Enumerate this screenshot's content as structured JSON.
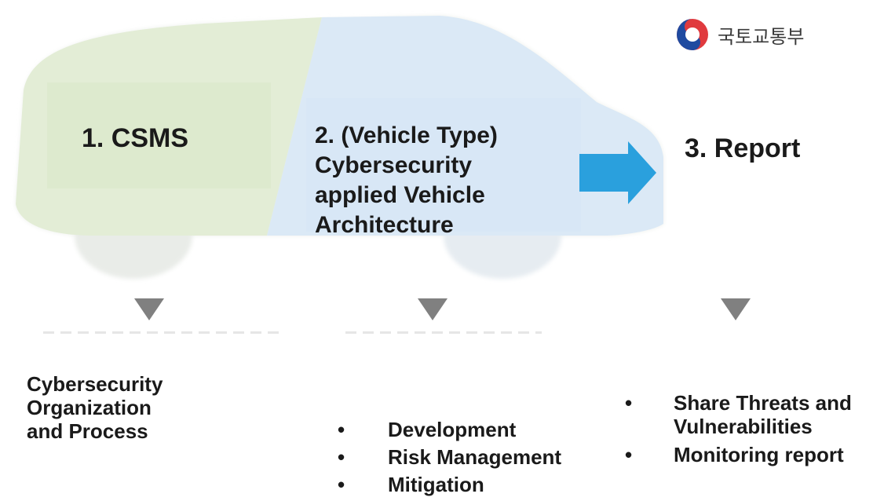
{
  "ministry": {
    "name": "국토교통부",
    "logo_icon": "taegeuk-emblem-icon"
  },
  "stages": [
    {
      "label": "1.  CSMS"
    },
    {
      "label": "2. (Vehicle Type)\nCybersecurity\napplied Vehicle\nArchitecture"
    },
    {
      "label": "3. Report"
    }
  ],
  "descriptions": {
    "csms": [
      "Cybersecurity",
      "Organization",
      "and  Process"
    ],
    "vehicle": [
      "Development",
      "Risk Management",
      "Mitigation"
    ],
    "report": [
      "Share Threats and Vulnerabilities",
      "Monitoring report"
    ]
  },
  "bullet_char": "•",
  "colors": {
    "green_panel": "#e3edd6",
    "blue_panel": "#dbe9f6",
    "car_body": "#eef0ee",
    "arrow_blue": "#2aa0dd",
    "down_arrow": "#808080"
  }
}
